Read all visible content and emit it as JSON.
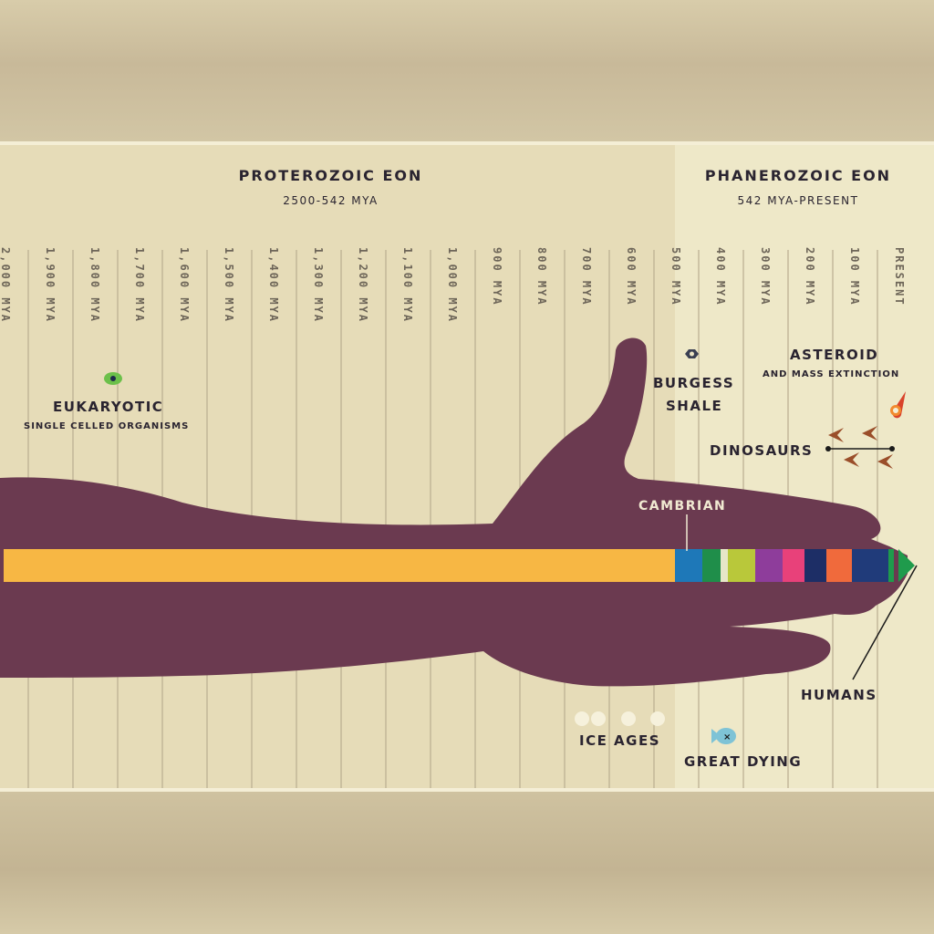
{
  "eons": [
    {
      "name": "PROTEROZOIC EON",
      "range": "2500-542 MYA"
    },
    {
      "name": "PHANEROZOIC EON",
      "range": "542 MYA-PRESENT"
    }
  ],
  "ticks": [
    "2,000 MYA",
    "1,900 MYA",
    "1,800 MYA",
    "1,700 MYA",
    "1,600 MYA",
    "1,500 MYA",
    "1,400 MYA",
    "1,300 MYA",
    "1,200 MYA",
    "1,100 MYA",
    "1,000 MYA",
    "900 MYA",
    "800 MYA",
    "700 MYA",
    "600 MYA",
    "500 MYA",
    "400 MYA",
    "300 MYA",
    "200 MYA",
    "100 MYA",
    "PRESENT"
  ],
  "events": {
    "eukaryotic": {
      "title": "EUKARYOTIC",
      "subtitle": "SINGLE CELLED ORGANISMS"
    },
    "burgess": {
      "line1": "BURGESS",
      "line2": "SHALE"
    },
    "asteroid": {
      "title": "ASTEROID",
      "subtitle": "AND MASS EXTINCTION"
    },
    "dinosaurs": "DINOSAURS",
    "cambrian": "CAMBRIAN",
    "humans": "HUMANS",
    "ice_ages": "ICE AGES",
    "great_dying": "GREAT DYING"
  },
  "colors": {
    "hand": "#6b3a50",
    "proterozoic_band": "#f7b744",
    "period_bands": [
      "#1e78b8",
      "#1f8e4a",
      "#e7e6c8",
      "#b9c83a",
      "#8e3d9b",
      "#e8417a",
      "#1d2e66",
      "#f06a3c",
      "#203b7a",
      "#1f9b4c"
    ]
  }
}
